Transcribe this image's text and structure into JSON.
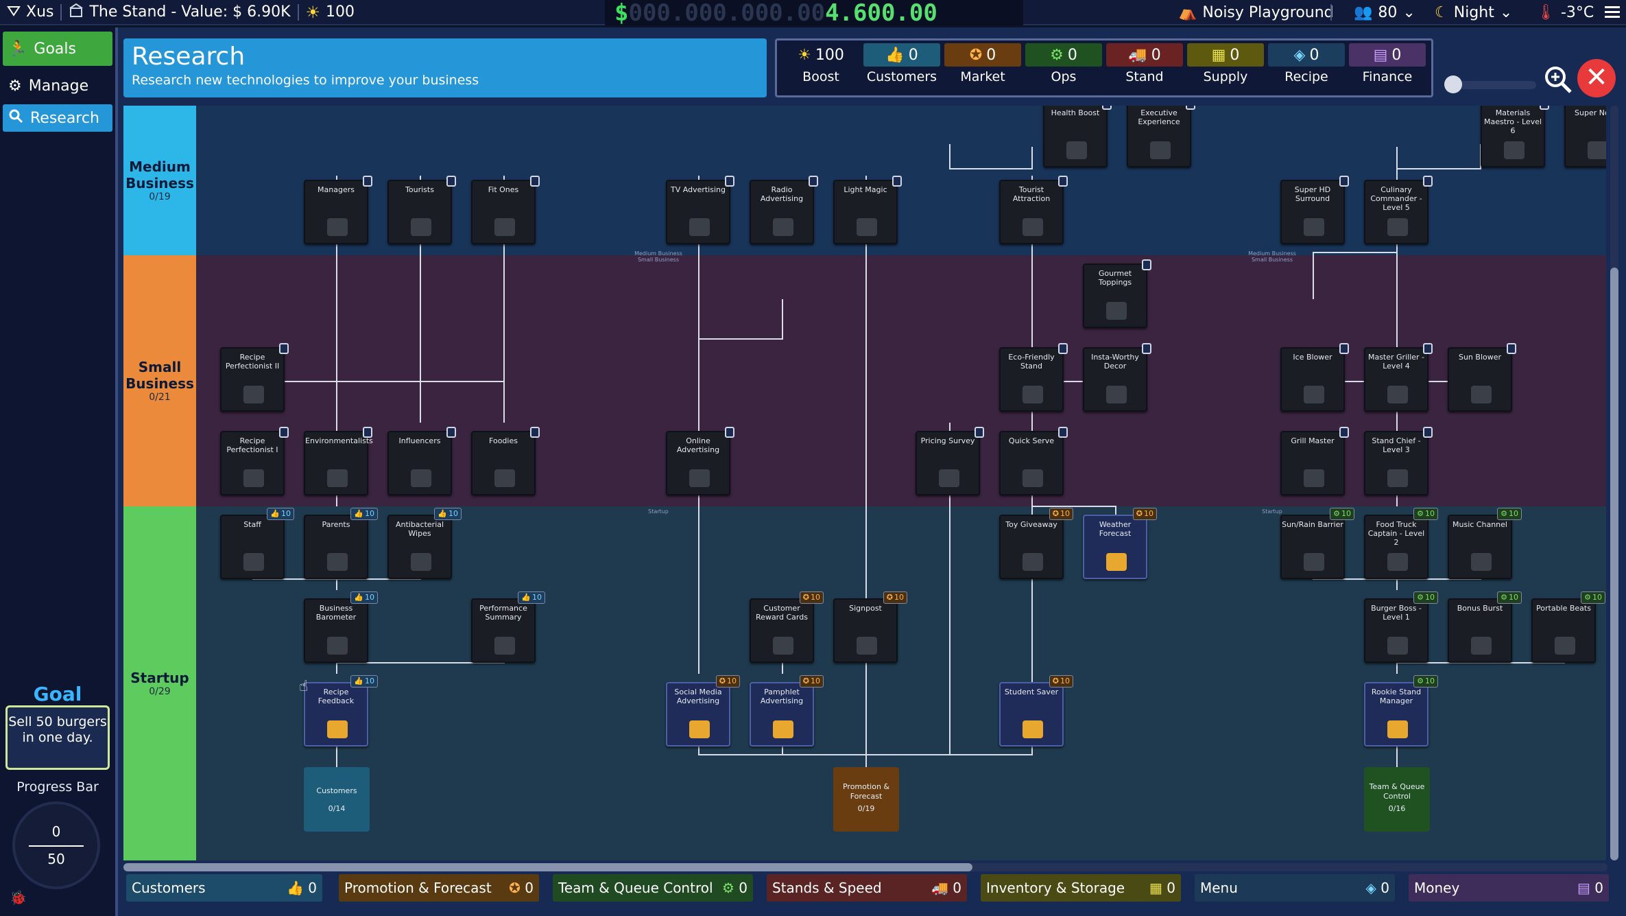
{
  "topbar": {
    "player": "Xus",
    "stand": "The Stand - Value: $ 6.90K",
    "energy": "100",
    "money_symbol": "$",
    "money_ghost": "000.000.000.00",
    "money_value": "4.600.00",
    "location": "Noisy Playground",
    "crowd": "80",
    "time_of_day": "Night",
    "temperature": "-3°C"
  },
  "sidebar": {
    "items": [
      {
        "label": "Goals",
        "icon": "person-icon"
      },
      {
        "label": "Manage",
        "icon": "gear-icon"
      },
      {
        "label": "Research",
        "icon": "search-icon"
      }
    ],
    "goal_title": "Goal",
    "goal_text": "Sell 50 burgers in one day.",
    "progress_label": "Progress Bar",
    "progress_current": "0",
    "progress_target": "50"
  },
  "header": {
    "title": "Research",
    "subtitle": "Research new technologies to improve your business"
  },
  "categories": [
    {
      "label": "Boost",
      "value": "100",
      "color": "#0f1836"
    },
    {
      "label": "Customers",
      "value": "0",
      "color": "#1d5d7a"
    },
    {
      "label": "Market",
      "value": "0",
      "color": "#6a3d10"
    },
    {
      "label": "Ops",
      "value": "0",
      "color": "#1f5220"
    },
    {
      "label": "Stand",
      "value": "0",
      "color": "#6a2222"
    },
    {
      "label": "Supply",
      "value": "0",
      "color": "#5d5a10"
    },
    {
      "label": "Recipe",
      "value": "0",
      "color": "#1c3e5e"
    },
    {
      "label": "Finance",
      "value": "0",
      "color": "#4a3266"
    }
  ],
  "tiers": [
    {
      "name": "Medium Business",
      "count": "0/19",
      "color": "#2cb7e8",
      "bg": "#193459"
    },
    {
      "name": "Small Business",
      "count": "0/21",
      "color": "#ec8a3c",
      "bg": "#3a2440"
    },
    {
      "name": "Startup",
      "count": "0/29",
      "color": "#5ecb5e",
      "bg": "#1f3a4e"
    }
  ],
  "tier_dividers": [
    {
      "text": "Medium Business",
      "text2": "Small Business"
    },
    {
      "text": "Startup"
    }
  ],
  "nodes": [
    {
      "label": "Health Boost"
    },
    {
      "label": "Executive Experience"
    },
    {
      "label": "Materials Maestro - Level 6"
    },
    {
      "label": "Super Nova"
    },
    {
      "label": "Managers"
    },
    {
      "label": "Tourists"
    },
    {
      "label": "Fit Ones"
    },
    {
      "label": "TV Advertising"
    },
    {
      "label": "Radio Advertising"
    },
    {
      "label": "Light Magic"
    },
    {
      "label": "Tourist Attraction"
    },
    {
      "label": "Super HD Surround"
    },
    {
      "label": "Culinary Commander - Level 5"
    },
    {
      "label": "Gourmet Toppings"
    },
    {
      "label": "Recipe Perfectionist II"
    },
    {
      "label": "Eco-Friendly Stand"
    },
    {
      "label": "Insta-Worthy Decor"
    },
    {
      "label": "Ice Blower"
    },
    {
      "label": "Master Griller - Level 4"
    },
    {
      "label": "Sun Blower"
    },
    {
      "label": "Recipe Perfectionist I"
    },
    {
      "label": "Environmentalists"
    },
    {
      "label": "Influencers"
    },
    {
      "label": "Foodies"
    },
    {
      "label": "Online Advertising"
    },
    {
      "label": "Pricing Survey"
    },
    {
      "label": "Quick Serve"
    },
    {
      "label": "Grill Master"
    },
    {
      "label": "Stand Chief - Level 3"
    },
    {
      "label": "Staff",
      "badge": "10"
    },
    {
      "label": "Parents",
      "badge": "10"
    },
    {
      "label": "Antibacterial Wipes",
      "badge": "10"
    },
    {
      "label": "Toy Giveaway",
      "badge": "10"
    },
    {
      "label": "Weather Forecast",
      "badge": "10"
    },
    {
      "label": "Sun/Rain Barrier",
      "badge": "10"
    },
    {
      "label": "Food Truck Captain - Level 2",
      "badge": "10"
    },
    {
      "label": "Music Channel",
      "badge": "10"
    },
    {
      "label": "Business Barometer",
      "badge": "10"
    },
    {
      "label": "Performance Summary",
      "badge": "10"
    },
    {
      "label": "Customer Reward Cards",
      "badge": "10"
    },
    {
      "label": "Signpost",
      "badge": "10"
    },
    {
      "label": "Burger Boss - Level 1",
      "badge": "10"
    },
    {
      "label": "Bonus Burst",
      "badge": "10"
    },
    {
      "label": "Portable Beats",
      "badge": "10"
    },
    {
      "label": "Recipe Feedback",
      "badge": "10"
    },
    {
      "label": "Social Media Advertising",
      "badge": "10"
    },
    {
      "label": "Pamphlet Advertising",
      "badge": "10"
    },
    {
      "label": "Student Saver",
      "badge": "10"
    },
    {
      "label": "Rookie Stand Manager",
      "badge": "10"
    }
  ],
  "roots": [
    {
      "label": "Customers",
      "count": "0/14"
    },
    {
      "label": "Promotion & Forecast",
      "count": "0/19"
    },
    {
      "label": "Team & Queue Control",
      "count": "0/16"
    }
  ],
  "bottom_tabs": [
    {
      "label": "Customers",
      "value": "0"
    },
    {
      "label": "Promotion & Forecast",
      "value": "0"
    },
    {
      "label": "Team & Queue Control",
      "value": "0"
    },
    {
      "label": "Stands & Speed",
      "value": "0"
    },
    {
      "label": "Inventory & Storage",
      "value": "0"
    },
    {
      "label": "Menu",
      "value": "0"
    },
    {
      "label": "Money",
      "value": "0"
    }
  ]
}
